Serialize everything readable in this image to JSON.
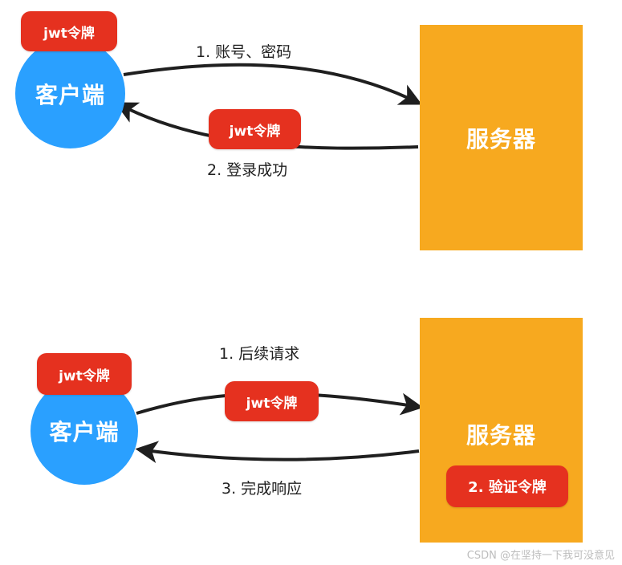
{
  "top_flow": {
    "client_label": "客户端",
    "client_token_label": "jwt令牌",
    "request_label": "1. 账号、密码",
    "response_token_label": "jwt令牌",
    "response_label": "2. 登录成功",
    "server_label": "服务器"
  },
  "bottom_flow": {
    "client_label": "客户端",
    "client_token_label": "jwt令牌",
    "request_label": "1. 后续请求",
    "request_token_label": "jwt令牌",
    "response_label": "3. 完成响应",
    "server_label": "服务器",
    "verify_label": "2. 验证令牌"
  },
  "watermark": "CSDN @在坚持一下我可没意见",
  "colors": {
    "client": "#2aa0ff",
    "server": "#f7a91f",
    "token": "#e5311f",
    "arrow": "#1f1f1f"
  }
}
